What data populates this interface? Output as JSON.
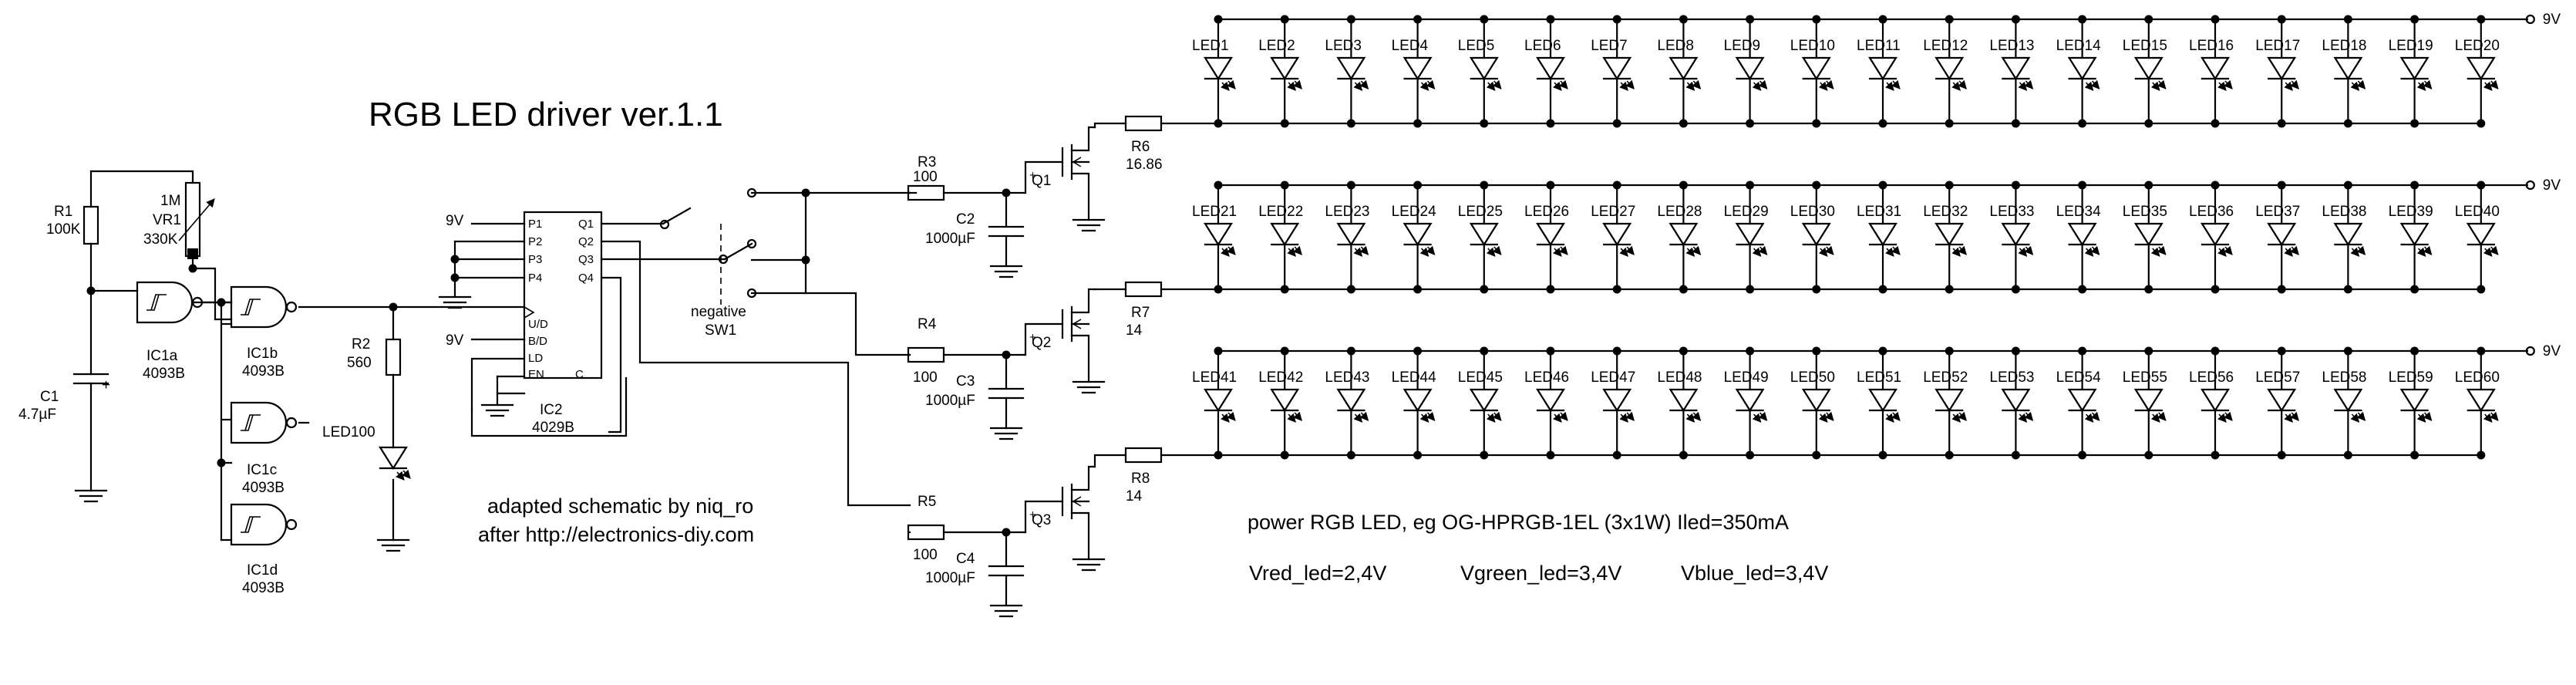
{
  "title": "RGB LED driver ver.1.1",
  "credit": [
    "adapted schematic by niq_ro",
    "after http://electronics-diy.com"
  ],
  "notes": {
    "power": "power RGB LED, eg OG-HPRGB-1EL (3x1W) Iled=350mA",
    "vred": "Vred_led=2,4V",
    "vgreen": "Vgreen_led=3,4V",
    "vblue": "Vblue_led=3,4V"
  },
  "supply": "9V",
  "r1": {
    "name": "R1",
    "value": "100K"
  },
  "vr1": {
    "name": "VR1",
    "value": "330K",
    "top": "1M"
  },
  "c1": {
    "name": "C1",
    "value": "4.7µF"
  },
  "plus": "+",
  "gates": [
    {
      "name": "IC1a",
      "part": "4093B"
    },
    {
      "name": "IC1b",
      "part": "4093B"
    },
    {
      "name": "IC1c",
      "part": "4093B"
    },
    {
      "name": "IC1d",
      "part": "4093B"
    }
  ],
  "r2": {
    "name": "R2",
    "value": "560"
  },
  "led100": "LED100",
  "ic2": {
    "name": "IC2",
    "part": "4029B",
    "left_pins": [
      "P1",
      "P2",
      "P3",
      "P4"
    ],
    "right_pins": [
      "Q1",
      "Q2",
      "Q3",
      "Q4"
    ],
    "bottom_pins": [
      "U/D",
      "B/D",
      "LD",
      "EN"
    ],
    "clock_pin": "C"
  },
  "sw1": {
    "name": "SW1",
    "label": "negative"
  },
  "channels": [
    {
      "r_gate": "R3",
      "r_gate_val": "100",
      "cap": "C2",
      "cap_val": "1000µF",
      "q": "Q1",
      "r_led": "R6",
      "r_led_val": "16.86"
    },
    {
      "r_gate": "R4",
      "r_gate_val": "100",
      "cap": "C3",
      "cap_val": "1000µF",
      "q": "Q2",
      "r_led": "R7",
      "r_led_val": "14"
    },
    {
      "r_gate": "R5",
      "r_gate_val": "100",
      "cap": "C4",
      "cap_val": "1000µF",
      "q": "Q3",
      "r_led": "R8",
      "r_led_val": "14"
    }
  ],
  "led_rows": [
    [
      "LED1",
      "LED2",
      "LED3",
      "LED4",
      "LED5",
      "LED6",
      "LED7",
      "LED8",
      "LED9",
      "LED10",
      "LED11",
      "LED12",
      "LED13",
      "LED14",
      "LED15",
      "LED16",
      "LED17",
      "LED18",
      "LED19",
      "LED20"
    ],
    [
      "LED21",
      "LED22",
      "LED23",
      "LED24",
      "LED25",
      "LED26",
      "LED27",
      "LED28",
      "LED29",
      "LED30",
      "LED31",
      "LED32",
      "LED33",
      "LED34",
      "LED35",
      "LED36",
      "LED37",
      "LED38",
      "LED39",
      "LED40"
    ],
    [
      "LED41",
      "LED42",
      "LED43",
      "LED44",
      "LED45",
      "LED46",
      "LED47",
      "LED48",
      "LED49",
      "LED50",
      "LED51",
      "LED52",
      "LED53",
      "LED54",
      "LED55",
      "LED56",
      "LED57",
      "LED58",
      "LED59",
      "LED60"
    ]
  ]
}
